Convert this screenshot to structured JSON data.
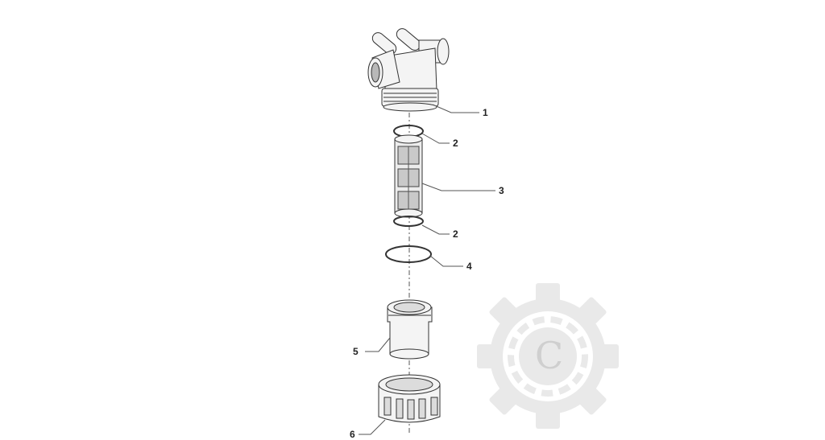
{
  "diagram": {
    "type": "exploded-parts-view",
    "subject": "inline strainer filter assembly",
    "parts": [
      {
        "id": "1",
        "label": "1",
        "name": "filter head body"
      },
      {
        "id": "2",
        "label": "2",
        "name": "o-ring (upper)"
      },
      {
        "id": "3",
        "label": "3",
        "name": "filter cartridge / mesh element"
      },
      {
        "id": "2b",
        "label": "2",
        "name": "o-ring (lower)"
      },
      {
        "id": "4",
        "label": "4",
        "name": "bowl o-ring seal"
      },
      {
        "id": "5",
        "label": "5",
        "name": "filter bowl"
      },
      {
        "id": "6",
        "label": "6",
        "name": "ring nut"
      }
    ]
  },
  "watermark": {
    "icon": "gear-icon",
    "letter": "C",
    "color": "#e6e6e6"
  },
  "colors": {
    "line": "#333333",
    "fill": "#f4f4f4",
    "shade": "#d8d8d8",
    "leader": "#555555"
  }
}
